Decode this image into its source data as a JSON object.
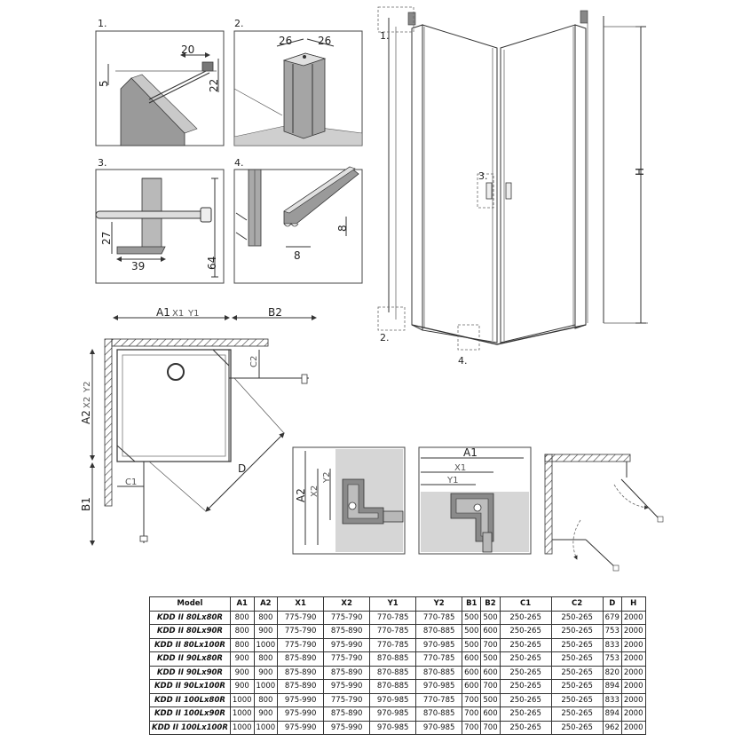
{
  "detail_labels": [
    "1.",
    "2.",
    "3.",
    "4."
  ],
  "detail1": {
    "dim_top": "20",
    "dim_left": "5",
    "dim_right": "22"
  },
  "detail2": {
    "dim_a": "26",
    "dim_b": "26"
  },
  "detail3": {
    "dim_height": "27",
    "dim_width": "39",
    "dim_total": "64"
  },
  "detail4": {
    "dim_height": "8",
    "dim_width": "8"
  },
  "elevation": {
    "callouts": [
      "1.",
      "2.",
      "3.",
      "4."
    ],
    "height_label": "H"
  },
  "plan": {
    "dim_top_a": "A1",
    "dim_top_b": "X1",
    "dim_top_c": "Y1",
    "dim_top_b2": "B2",
    "dim_left_a": "A2",
    "dim_left_b": "X2",
    "dim_left_c": "Y2",
    "dim_left_b1": "B1",
    "dim_c1": "C1",
    "dim_c2": "C2",
    "dim_d": "D"
  },
  "corner_detail_left": {
    "a2": "A2",
    "x2": "X2",
    "y2": "Y2"
  },
  "corner_detail_right": {
    "a1": "A1",
    "x1": "X1",
    "y1": "Y1"
  },
  "table": {
    "headers": [
      "Model",
      "A1",
      "A2",
      "X1",
      "X2",
      "Y1",
      "Y2",
      "B1",
      "B2",
      "C1",
      "C2",
      "D",
      "H"
    ],
    "rows": [
      [
        "KDD II 80Lx80R",
        "800",
        "800",
        "775-790",
        "775-790",
        "770-785",
        "770-785",
        "500",
        "500",
        "250-265",
        "250-265",
        "679",
        "2000"
      ],
      [
        "KDD II 80Lx90R",
        "800",
        "900",
        "775-790",
        "875-890",
        "770-785",
        "870-885",
        "500",
        "600",
        "250-265",
        "250-265",
        "753",
        "2000"
      ],
      [
        "KDD II 80Lx100R",
        "800",
        "1000",
        "775-790",
        "975-990",
        "770-785",
        "970-985",
        "500",
        "700",
        "250-265",
        "250-265",
        "833",
        "2000"
      ],
      [
        "KDD II 90Lx80R",
        "900",
        "800",
        "875-890",
        "775-790",
        "870-885",
        "770-785",
        "600",
        "500",
        "250-265",
        "250-265",
        "753",
        "2000"
      ],
      [
        "KDD II 90Lx90R",
        "900",
        "900",
        "875-890",
        "875-890",
        "870-885",
        "870-885",
        "600",
        "600",
        "250-265",
        "250-265",
        "820",
        "2000"
      ],
      [
        "KDD II 90Lx100R",
        "900",
        "1000",
        "875-890",
        "975-990",
        "870-885",
        "970-985",
        "600",
        "700",
        "250-265",
        "250-265",
        "894",
        "2000"
      ],
      [
        "KDD II 100Lx80R",
        "1000",
        "800",
        "975-990",
        "775-790",
        "970-985",
        "770-785",
        "700",
        "500",
        "250-265",
        "250-265",
        "833",
        "2000"
      ],
      [
        "KDD II 100Lx90R",
        "1000",
        "900",
        "975-990",
        "875-890",
        "970-985",
        "870-885",
        "700",
        "600",
        "250-265",
        "250-265",
        "894",
        "2000"
      ],
      [
        "KDD II 100Lx100R",
        "1000",
        "1000",
        "975-990",
        "975-990",
        "970-985",
        "970-985",
        "700",
        "700",
        "250-265",
        "250-265",
        "962",
        "2000"
      ]
    ]
  }
}
